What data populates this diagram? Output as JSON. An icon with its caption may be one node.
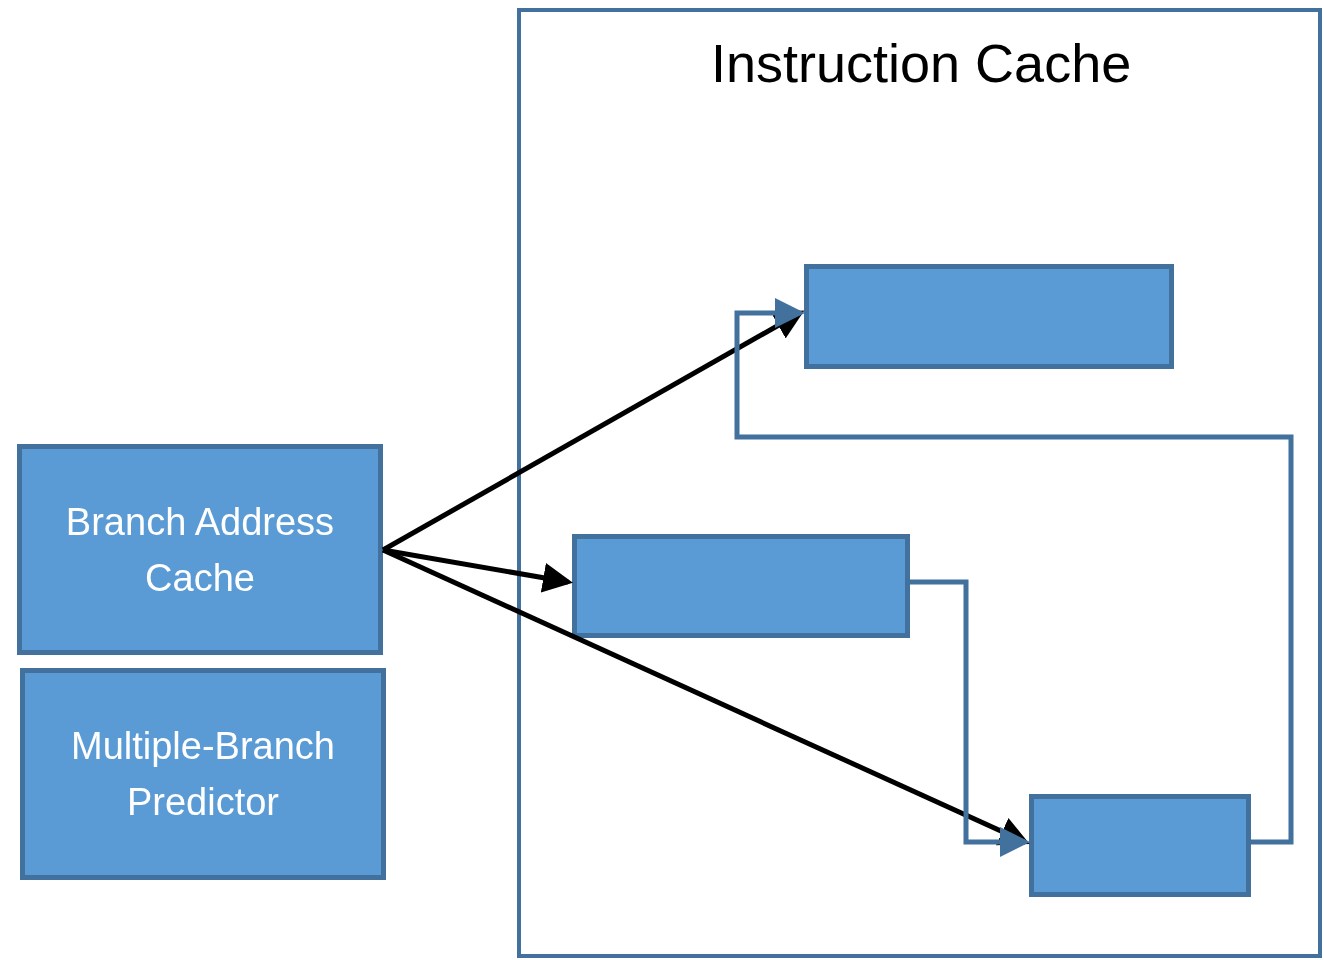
{
  "diagram": {
    "nodes": [
      {
        "text": [
          "Instruction Cache"
        ]
      },
      {
        "text": [
          "Branch Address Cache"
        ]
      },
      {
        "text": [
          "Multiple-Branch Predictor"
        ]
      },
      {
        "text": [],
        "shape": "box",
        "in": 0
      },
      {
        "text": [],
        "shape": "box",
        "in": 0
      },
      {
        "text": [],
        "shape": "box",
        "in": 0
      }
    ],
    "edges": [
      {
        "from": 1,
        "to": 3,
        "arrow": "to"
      },
      {
        "from": 1,
        "to": 4,
        "arrow": "to"
      },
      {
        "from": 1,
        "to": 5,
        "arrow": "to"
      },
      {
        "from": 4,
        "to": 5,
        "arrow": "to",
        "color": "#41719c"
      },
      {
        "from": 5,
        "to": 3,
        "arrow": "to",
        "color": "#41719c"
      }
    ]
  }
}
